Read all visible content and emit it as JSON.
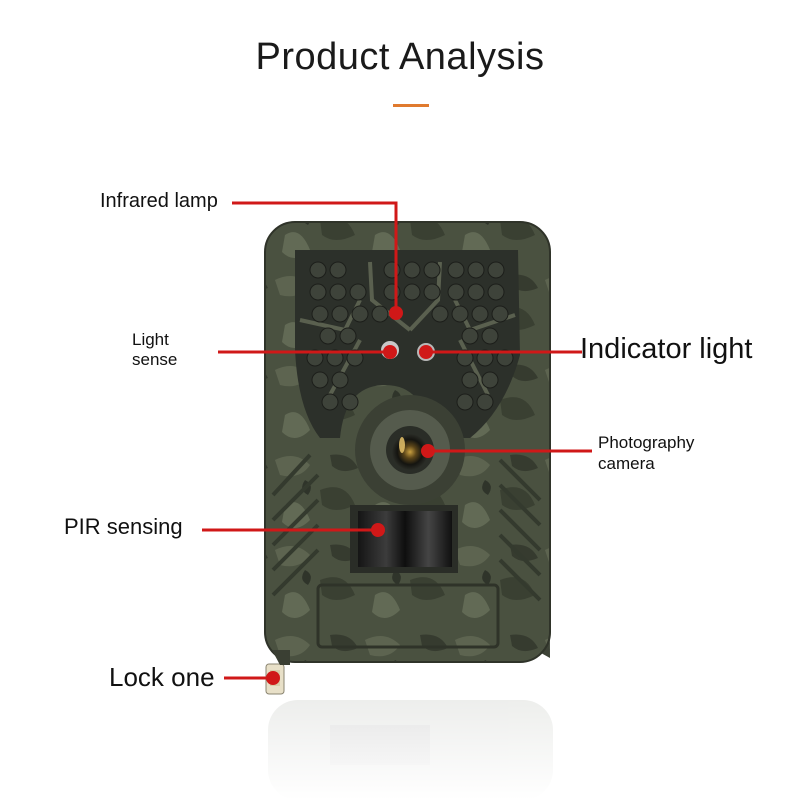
{
  "title": "Product Analysis",
  "callouts": {
    "infrared_lamp": "Infrared lamp",
    "light_sense": "Light\nsense",
    "indicator_light": "Indicator light",
    "photography_camera": "Photography\ncamera",
    "pir_sensing": "PIR sensing",
    "lock_one": "Lock one"
  },
  "colors": {
    "callout_line": "#d01818",
    "title_accent": "#e07a2e",
    "camo_base": "#4a5140"
  }
}
